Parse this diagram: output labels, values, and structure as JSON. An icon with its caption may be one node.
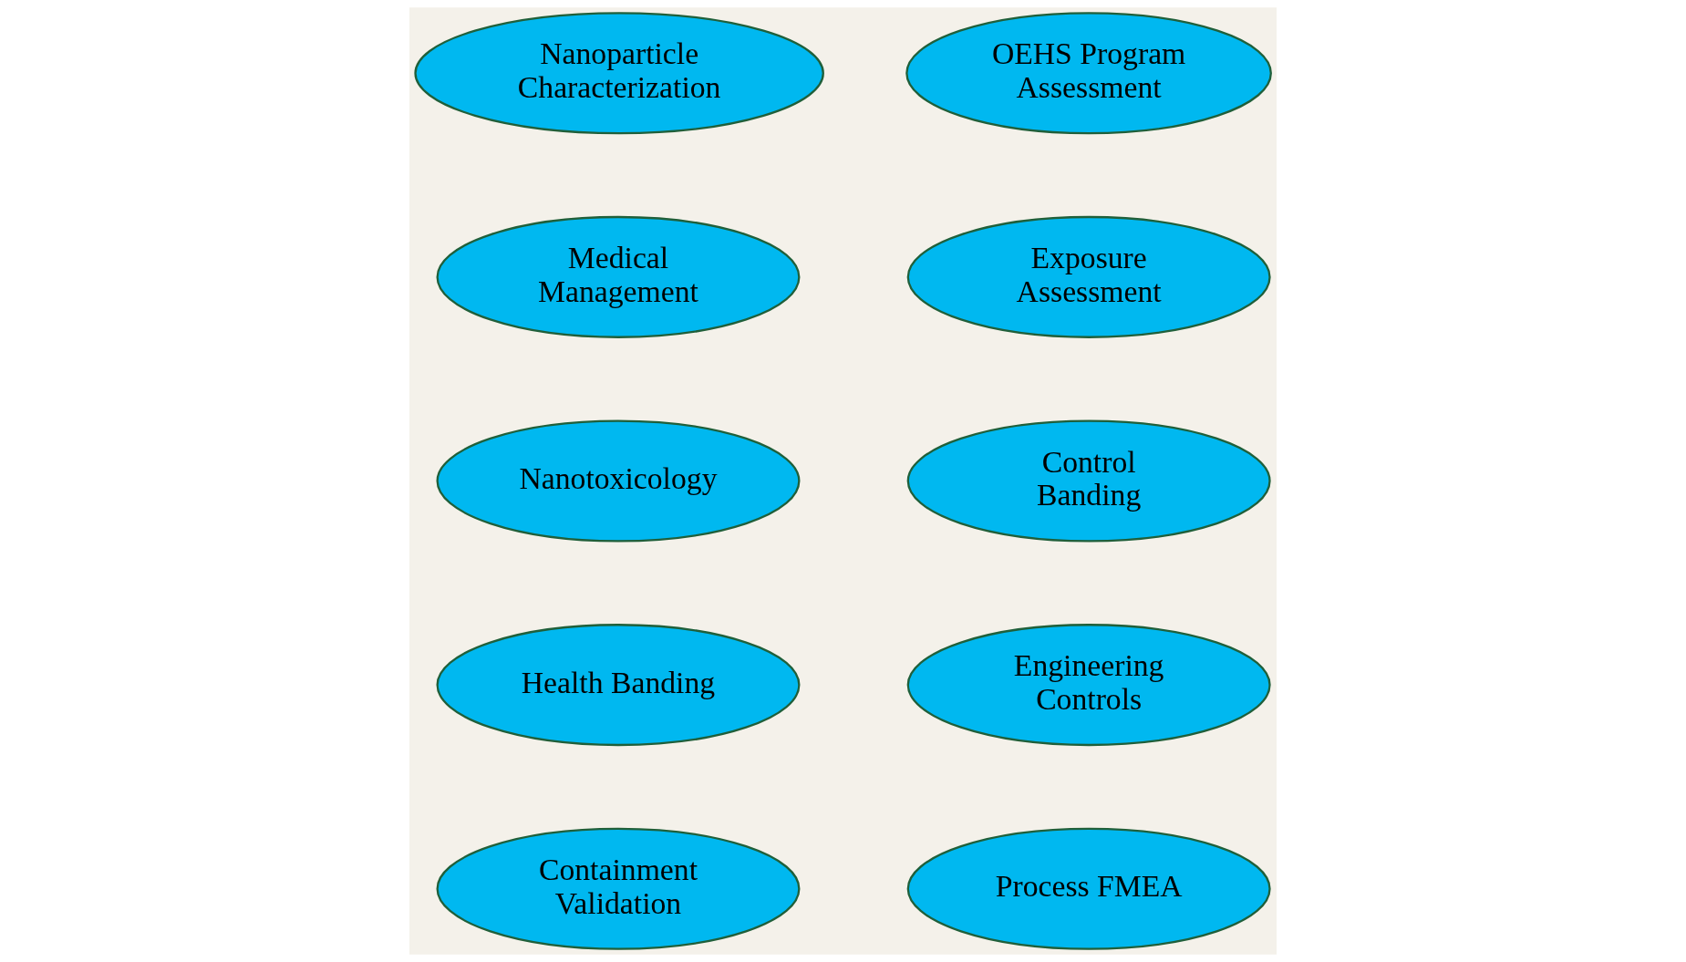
{
  "diagram": {
    "nodes": [
      {
        "text": [
          "Medical Management"
        ]
      },
      {
        "text": [
          "Nanoparticle Characterization"
        ]
      },
      {
        "text": [
          "Exposure Assessment"
        ]
      },
      {
        "text": [
          "Nanotoxicology"
        ]
      },
      {
        "text": [
          "Control Banding"
        ]
      },
      {
        "text": [
          "Health Banding"
        ]
      },
      {
        "text": [
          "Engineering Controls"
        ]
      },
      {
        "text": [
          "OEHS Program Assessment"
        ]
      },
      {
        "text": [
          "Containment Validation"
        ]
      },
      {
        "text": [
          "Process FMEA"
        ]
      }
    ]
  }
}
